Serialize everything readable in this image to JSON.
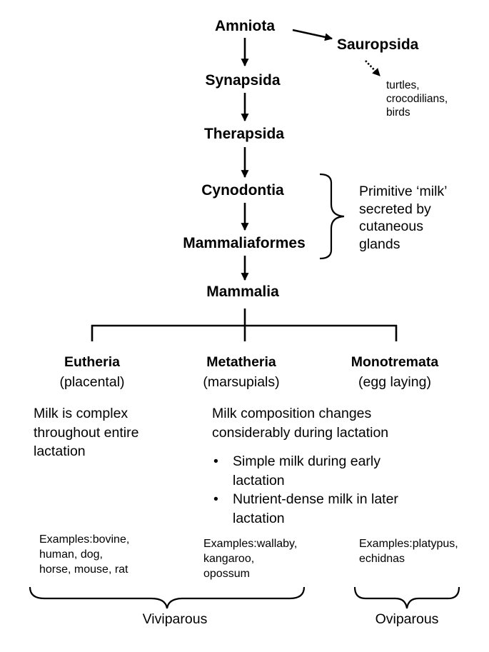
{
  "nodes": {
    "amniota": "Amniota",
    "sauropsida": "Sauropsida",
    "synapsida": "Synapsida",
    "therapsida": "Therapsida",
    "cynodontia": "Cynodontia",
    "mammaliaformes": "Mammaliaformes",
    "mammalia": "Mammalia"
  },
  "sauropsida_examples": [
    "turtles,",
    "crocodilians,",
    "birds"
  ],
  "primitive_milk_note": [
    "Primitive ‘milk’",
    "secreted by",
    "cutaneous",
    "glands"
  ],
  "groups": {
    "eutheria": {
      "name": "Eutheria",
      "sub": "(placental)"
    },
    "metatheria": {
      "name": "Metatheria",
      "sub": "(marsupials)"
    },
    "monotremata": {
      "name": "Monotremata",
      "sub": "(egg laying)"
    }
  },
  "eutheria_milk": [
    "Milk is complex",
    "throughout entire",
    "lactation"
  ],
  "metatheria_milk": {
    "lines": [
      "Milk composition changes",
      "considerably during lactation"
    ],
    "bullets": [
      [
        "Simple milk during early",
        "lactation"
      ],
      [
        "Nutrient-dense milk in later",
        "lactation"
      ]
    ]
  },
  "examples": {
    "eutheria": [
      "Examples:bovine,",
      "human, dog,",
      "horse, mouse, rat"
    ],
    "metatheria": [
      "Examples:wallaby,",
      "kangaroo,",
      "opossum"
    ],
    "monotremata": [
      "Examples:platypus,",
      "echidnas"
    ]
  },
  "bracket_labels": {
    "viviparous": "Viviparous",
    "oviparous": "Oviparous"
  },
  "bullet_glyph": "•",
  "line_color": "#000000"
}
